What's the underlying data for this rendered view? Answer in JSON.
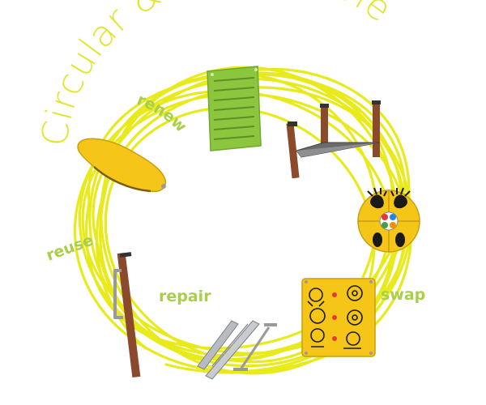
{
  "title": "Circular & Sustainable",
  "labels": {
    "renew": "renew",
    "reuse": "reuse",
    "repair": "repair",
    "swap": "swap"
  },
  "colors": {
    "title": "#e2e52a",
    "loops": "#e8ea1c",
    "labels": "#a9cf4a",
    "panel_green": "#8cc63f",
    "playground_yellow": "#f5c518",
    "post_brown": "#8b4a2b"
  },
  "items": [
    {
      "name": "green-slatted-panel"
    },
    {
      "name": "shade-sail-posts"
    },
    {
      "name": "yellow-curved-seat"
    },
    {
      "name": "hand-footprint-disc"
    },
    {
      "name": "wooden-post-with-handle"
    },
    {
      "name": "metal-rails"
    },
    {
      "name": "gear-activity-panel"
    }
  ]
}
